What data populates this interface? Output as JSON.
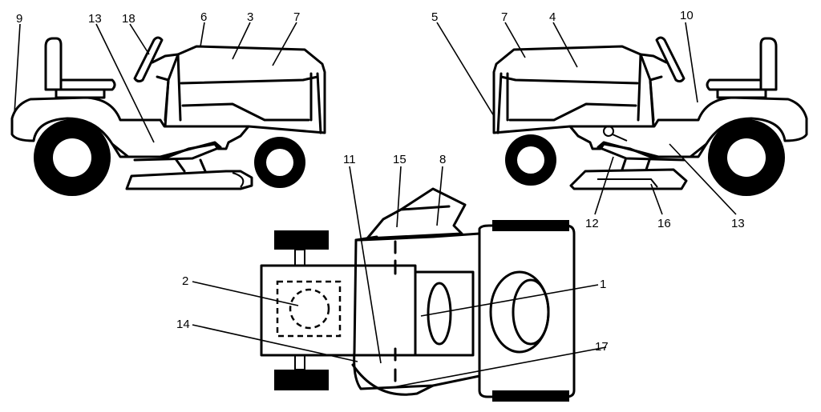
{
  "callouts": [
    {
      "id": "c9",
      "text": "9"
    },
    {
      "id": "c13a",
      "text": "13"
    },
    {
      "id": "c18",
      "text": "18"
    },
    {
      "id": "c6",
      "text": "6"
    },
    {
      "id": "c3",
      "text": "3"
    },
    {
      "id": "c7a",
      "text": "7"
    },
    {
      "id": "c5",
      "text": "5"
    },
    {
      "id": "c7b",
      "text": "7"
    },
    {
      "id": "c4",
      "text": "4"
    },
    {
      "id": "c10",
      "text": "10"
    },
    {
      "id": "c11",
      "text": "11"
    },
    {
      "id": "c15",
      "text": "15"
    },
    {
      "id": "c8",
      "text": "8"
    },
    {
      "id": "c12",
      "text": "12"
    },
    {
      "id": "c16",
      "text": "16"
    },
    {
      "id": "c13b",
      "text": "13"
    },
    {
      "id": "c2",
      "text": "2"
    },
    {
      "id": "c1",
      "text": "1"
    },
    {
      "id": "c14",
      "text": "14"
    },
    {
      "id": "c17",
      "text": "17"
    }
  ]
}
